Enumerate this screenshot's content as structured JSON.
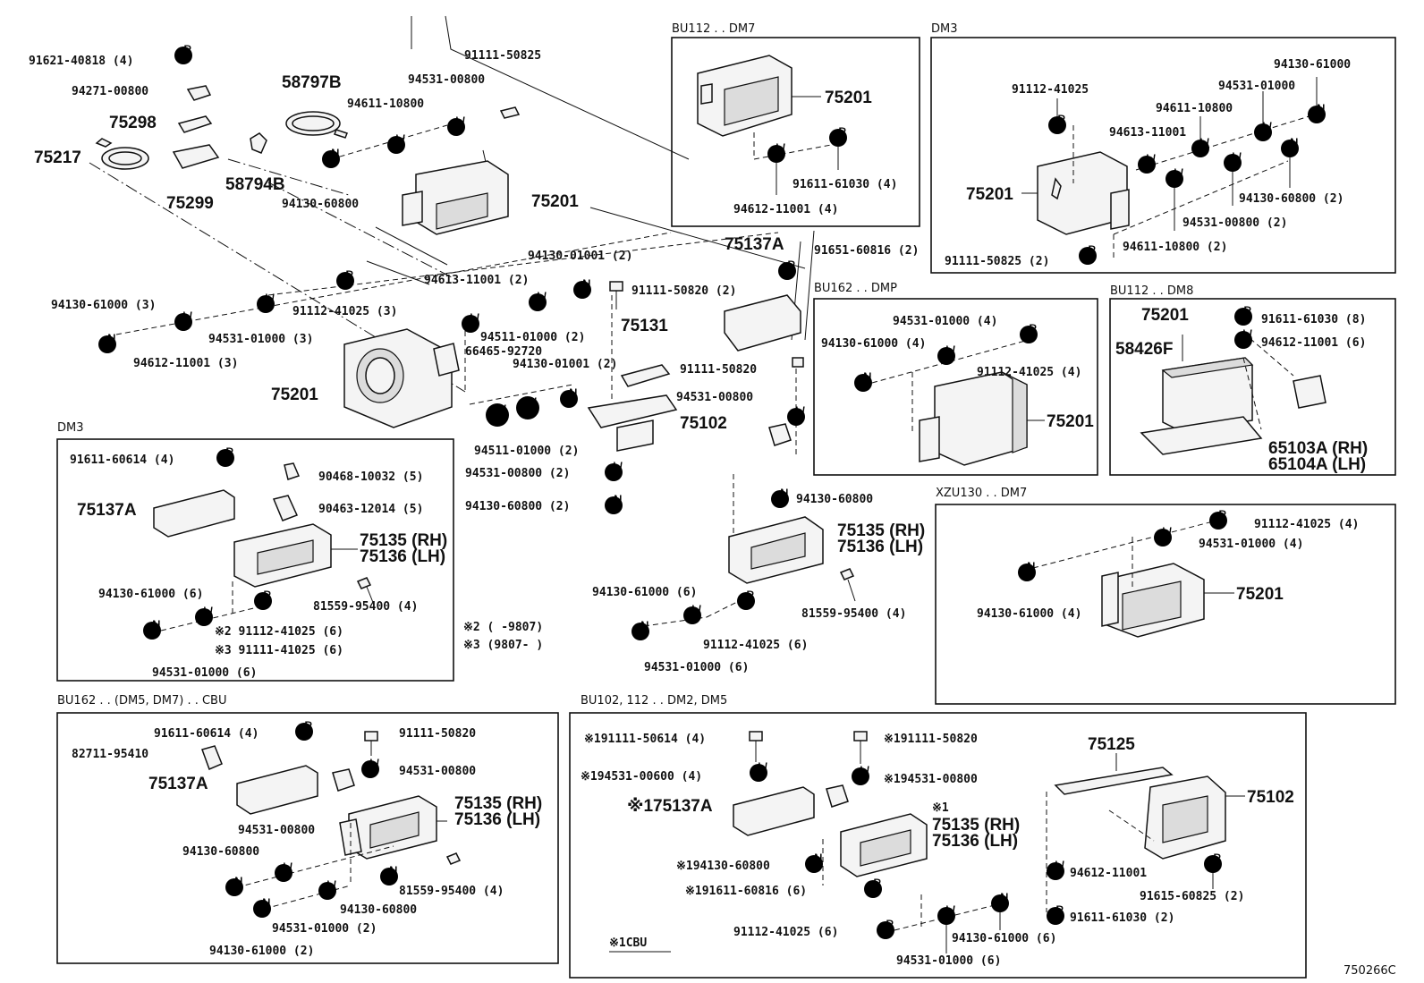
{
  "headers": {
    "bu112_dm7": "BU112 . . DM7",
    "dm3_top": "DM3",
    "bu162_dmp": "BU162 . . DMP",
    "bu112_dm8": "BU112 . . DM8",
    "xzu130_dm7": "XZU130 . . DM7",
    "dm3_left": "DM3",
    "bu162_cbu": "BU162 . . (DM5, DM7) . . CBU",
    "bu102_dm2": "BU102, 112 . . DM2, DM5"
  },
  "notes": {
    "n2": "※2 (      -9807)",
    "n3": "※3 (9807-      )",
    "cbu": "※1CBU",
    "code": "750266C"
  },
  "main": {
    "p1": "91621-40818 (4)",
    "p2": "94271-00800",
    "p3": "75298",
    "p4": "75217",
    "p5": "75299",
    "p6": "58797B",
    "p7": "58794B",
    "p8": "94611-10800",
    "p9": "94531-00800",
    "p10": "91111-50825",
    "p11": "94130-60800",
    "p12": "75201",
    "p13": "94130-01001 (2)",
    "p14": "94613-11001 (2)",
    "p15": "91111-50820 (2)",
    "p16": "94130-61000 (3)",
    "p17": "91112-41025 (3)",
    "p18": "94531-01000 (3)",
    "p19": "94612-11001 (3)",
    "p20": "94511-01000 (2)",
    "p21": "66465-92720",
    "p22": "75131",
    "p23": "94130-01001 (2)",
    "p24": "75201",
    "p25": "75102",
    "p26": "94511-01000 (2)",
    "p27": "94531-00800 (2)",
    "p28": "94130-60800 (2)",
    "p29": "75137A",
    "p30": "91651-60816 (2)",
    "p31": "91111-50820",
    "p32": "94531-00800",
    "p33": "94130-60800",
    "p34": "75135 (RH)",
    "p35": "75136 (LH)",
    "p36": "94130-61000 (6)",
    "p37": "91112-41025 (6)",
    "p38": "94531-01000 (6)",
    "p39": "81559-95400 (4)"
  },
  "bu112dm7": {
    "a": "75201",
    "b": "91611-61030 (4)",
    "c": "94612-11001 (4)"
  },
  "dm3top": {
    "a": "94130-61000",
    "b": "91112-41025",
    "c": "94531-01000",
    "d": "94611-10800",
    "e": "94613-11001",
    "f": "75201",
    "g": "94130-60800 (2)",
    "h": "94531-00800 (2)",
    "i": "94611-10800 (2)",
    "j": "91111-50825 (2)"
  },
  "dmp": {
    "a": "94531-01000 (4)",
    "b": "94130-61000 (4)",
    "c": "91112-41025 (4)",
    "d": "75201"
  },
  "dm8": {
    "a": "75201",
    "b": "58426F",
    "c": "91611-61030 (8)",
    "d": "94612-11001 (6)",
    "e": "65103A (RH)",
    "f": "65104A (LH)"
  },
  "xzu": {
    "a": "91112-41025 (4)",
    "b": "94531-01000 (4)",
    "c": "94130-61000 (4)",
    "d": "75201"
  },
  "dm3left": {
    "a": "91611-60614 (4)",
    "b": "90468-10032 (5)",
    "c": "90463-12014 (5)",
    "d": "75137A",
    "e": "75135 (RH)",
    "f": "75136 (LH)",
    "g": "81559-95400 (4)",
    "h": "94130-61000 (6)",
    "i": "※2 91112-41025 (6)",
    "j": "※3 91111-41025 (6)",
    "k": "94531-01000 (6)"
  },
  "cbu": {
    "a": "91611-60614 (4)",
    "b": "82711-95410",
    "c": "75137A",
    "d": "91111-50820",
    "e": "94531-00800",
    "f": "75135 (RH)",
    "g": "75136 (LH)",
    "h": "94531-00800",
    "i": "94130-60800",
    "j": "81559-95400 (4)",
    "k": "94130-60800",
    "l": "94531-01000 (2)",
    "m": "94130-61000 (2)"
  },
  "dm2": {
    "a": "※191111-50614 (4)",
    "b": "※194531-00600 (4)",
    "c": "※175137A",
    "d": "※191111-50820",
    "e": "※194531-00800",
    "f": "※1",
    "g": "75135 (RH)",
    "h": "75136 (LH)",
    "i": "※194130-60800",
    "j": "※191611-60816 (6)",
    "k": "91112-41025 (6)",
    "l": "94130-61000 (6)",
    "m": "94531-01000 (6)",
    "n": "75125",
    "o": "75102",
    "p": "94612-11001",
    "q": "91615-60825 (2)",
    "r": "91611-61030 (2)"
  }
}
